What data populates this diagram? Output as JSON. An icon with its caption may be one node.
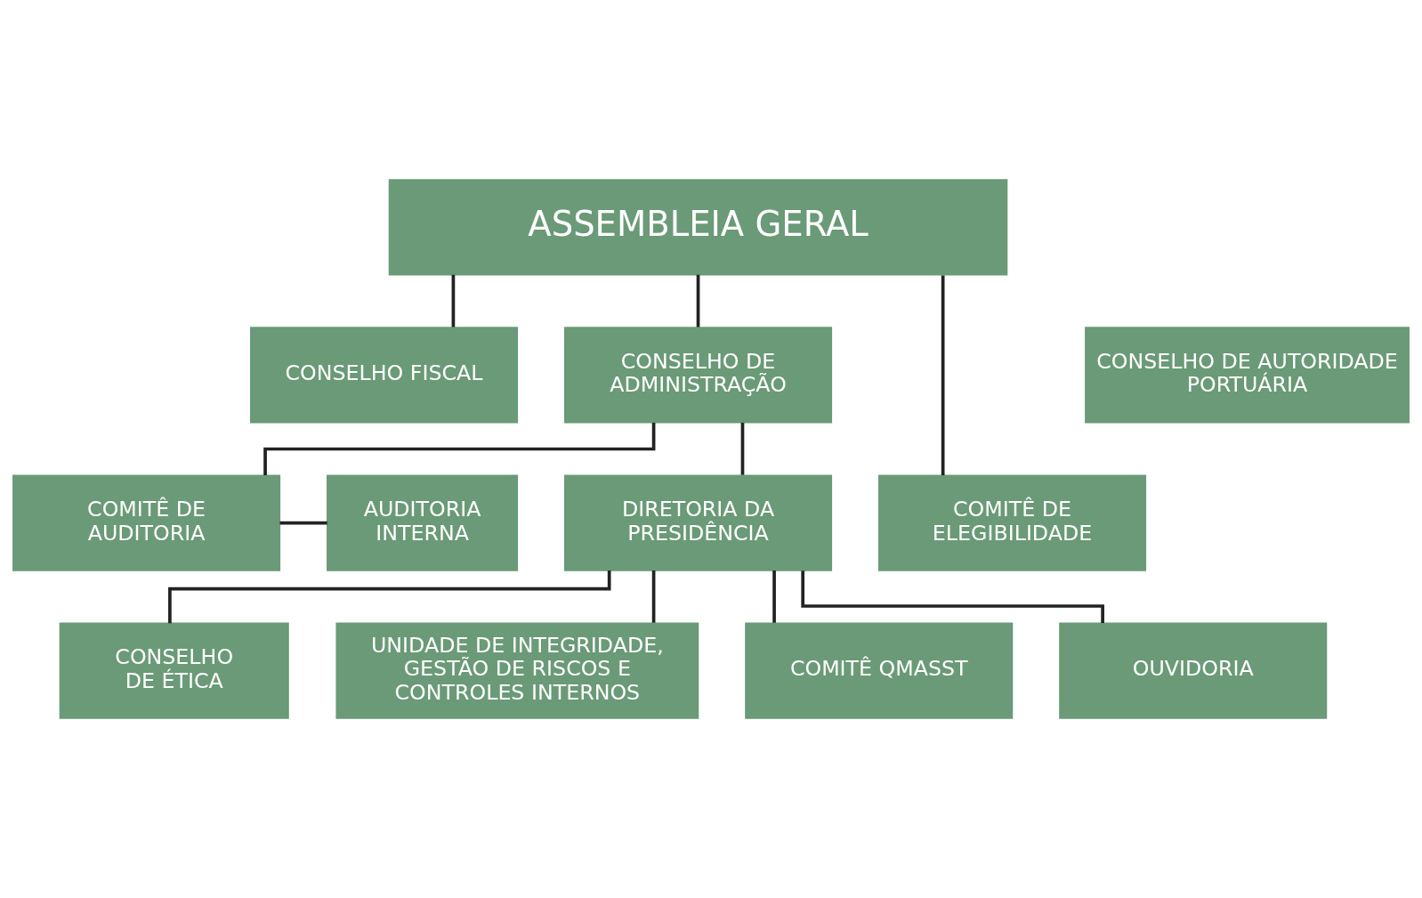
{
  "diagram": {
    "nodes": [
      {
        "text": [
          "ASSEMBLEIA GERAL"
        ]
      },
      {
        "text": [
          "CONSELHO FISCAL"
        ]
      },
      {
        "text": [
          "CONSELHO DE ADMINISTRAÇÃO"
        ]
      },
      {
        "text": [
          "CONSELHO DE AUTORIDADE PORTUÁRIA"
        ]
      },
      {
        "text": [
          "COMITÊ DE ELEGIBILIDADE"
        ]
      },
      {
        "text": [
          "COMITÊ DE AUDITORIA"
        ]
      },
      {
        "text": [
          "AUDITORIA INTERNA"
        ]
      },
      {
        "text": [
          "DIRETORIA DA PRESIDÊNCIA"
        ]
      },
      {
        "text": [
          "CONSELHO DE ÉTICA"
        ]
      },
      {
        "text": [
          "UNIDADE DE INTEGRIDADE, GESTÃO DE RISCOS E CONTROLES INTERNOS"
        ]
      },
      {
        "text": [
          "COMITÊ QMASST"
        ]
      },
      {
        "text": [
          "OUVIDORIA"
        ]
      }
    ],
    "edges": [
      {
        "from": 0,
        "to": 1,
        "arrow": "none"
      },
      {
        "from": 0,
        "to": 4,
        "arrow": "none"
      },
      {
        "from": 0,
        "to": 2,
        "arrow": "none"
      },
      {
        "from": 2,
        "to": 5,
        "arrow": "none"
      },
      {
        "from": 5,
        "to": 6,
        "arrow": "none"
      },
      {
        "from": 2,
        "to": 7,
        "arrow": "none"
      },
      {
        "from": 7,
        "to": 8,
        "arrow": "none"
      },
      {
        "from": 7,
        "to": 10,
        "arrow": "none"
      },
      {
        "from": 7,
        "to": 9,
        "arrow": "none"
      },
      {
        "from": 7,
        "to": 11,
        "arrow": "none"
      }
    ]
  }
}
